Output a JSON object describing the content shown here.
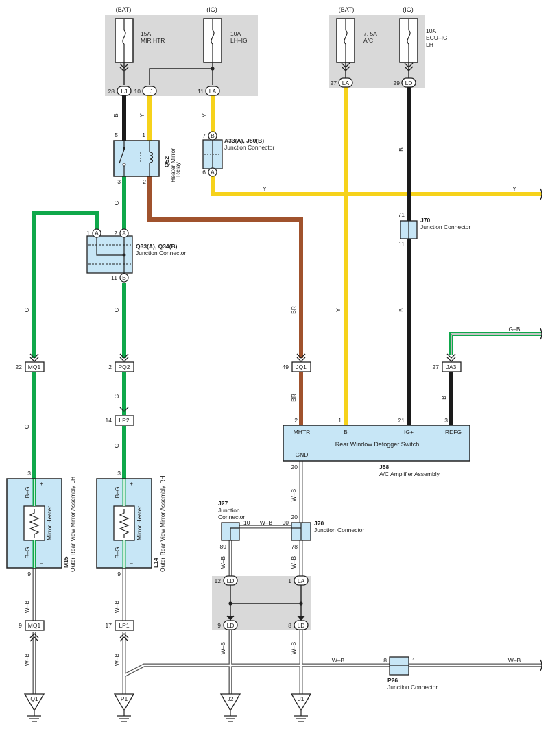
{
  "colors": {
    "black": "#1a1a1a",
    "yellow": "#f6d21b",
    "green": "#0fa84b",
    "brown": "#a0522d",
    "gray_box": "#d9d9d9",
    "component_fill": "#c7e6f6"
  },
  "fuses": [
    {
      "source": "(BAT)",
      "rating": "15A",
      "name": "MIR HTR"
    },
    {
      "source": "(IG)",
      "rating": "10A",
      "name": "LH–IG"
    },
    {
      "source": "(BAT)",
      "rating": "7. 5A",
      "name": "A/C"
    },
    {
      "source": "(IG)",
      "rating": "10A",
      "name1": "ECU–IG",
      "name2": "LH"
    }
  ],
  "top_pins": [
    {
      "pin": "28",
      "conn": "LJ"
    },
    {
      "pin": "10",
      "conn": "LJ"
    },
    {
      "pin": "11",
      "conn": "LA"
    },
    {
      "pin": "27",
      "conn": "LA"
    },
    {
      "pin": "29",
      "conn": "LD"
    }
  ],
  "wire_colors": {
    "b": "B",
    "y": "Y",
    "g": "G",
    "br": "BR",
    "gb": "G–B",
    "wb": "W–B"
  },
  "relay": {
    "code": "Q52",
    "line1": "Heater Mirror",
    "line2": "Relay",
    "pin5": "5",
    "pin1": "1",
    "pin3": "3",
    "pin2": "2"
  },
  "jc_a33": {
    "title": "A33(A), J80(B)",
    "sub": "Junction Connector",
    "pin7": "7",
    "pin6": "6",
    "b": "B",
    "a": "A"
  },
  "jc_q33": {
    "title": "Q33(A), Q34(B)",
    "sub": "Junction Connector",
    "pin1": "1",
    "pin2": "2",
    "pin11": "11",
    "a": "A",
    "b": "B"
  },
  "jc_j70_top": {
    "code": "J70",
    "sub": "Junction Connector",
    "pin71": "71",
    "pin11": "11"
  },
  "connectors": [
    {
      "pin": "22",
      "name": "MQ1"
    },
    {
      "pin": "2",
      "name": "PQ2"
    },
    {
      "pin": "14",
      "name": "LP2"
    },
    {
      "pin": "49",
      "name": "JQ1"
    },
    {
      "pin": "27",
      "name": "JA3"
    },
    {
      "pin": "9",
      "name": "MQ1"
    },
    {
      "pin": "17",
      "name": "LP1"
    }
  ],
  "amplifier": {
    "code": "J58",
    "name": "A/C Amplifier Assembly",
    "switch_name": "Rear Window Defogger Switch",
    "pins": [
      {
        "num": "2",
        "label": "MHTR"
      },
      {
        "num": "1",
        "label": "B"
      },
      {
        "num": "21",
        "label": "IG+"
      },
      {
        "num": "3",
        "label": "RDFG"
      }
    ],
    "gnd_label": "GND",
    "gnd_pin": "20"
  },
  "mirror_lh": {
    "code": "M15",
    "name": "Outer Rear View Mirror Assembly LH",
    "heater": "Mirror Heater",
    "pin_top": "3",
    "pin_bot": "9",
    "plus": "+",
    "minus": "–",
    "wire": "B–G"
  },
  "mirror_rh": {
    "code": "L14",
    "name": "Outer Rear View Mirror Assembly RH",
    "heater": "Mirror Heater",
    "pin_top": "3",
    "pin_bot": "9",
    "plus": "+",
    "minus": "–",
    "wire": "B–G"
  },
  "jc_j27": {
    "code": "J27",
    "line1": "Junction",
    "line2": "Connector",
    "pin10": "10",
    "pin89": "89"
  },
  "jc_j70_bot": {
    "code": "J70",
    "sub": "Junction Connector",
    "pin20": "20",
    "pin90": "90",
    "pin78": "78"
  },
  "ground_box": {
    "p12": "12",
    "c12": "LD",
    "p1": "1",
    "c1": "LA",
    "p9": "9",
    "c9": "LD",
    "p8": "8",
    "c8": "LD"
  },
  "jc_p26": {
    "code": "P26",
    "sub": "Junction Connector",
    "pin8": "8",
    "pin1": "1"
  },
  "grounds": [
    "Q1",
    "P1",
    "J2",
    "J1"
  ]
}
